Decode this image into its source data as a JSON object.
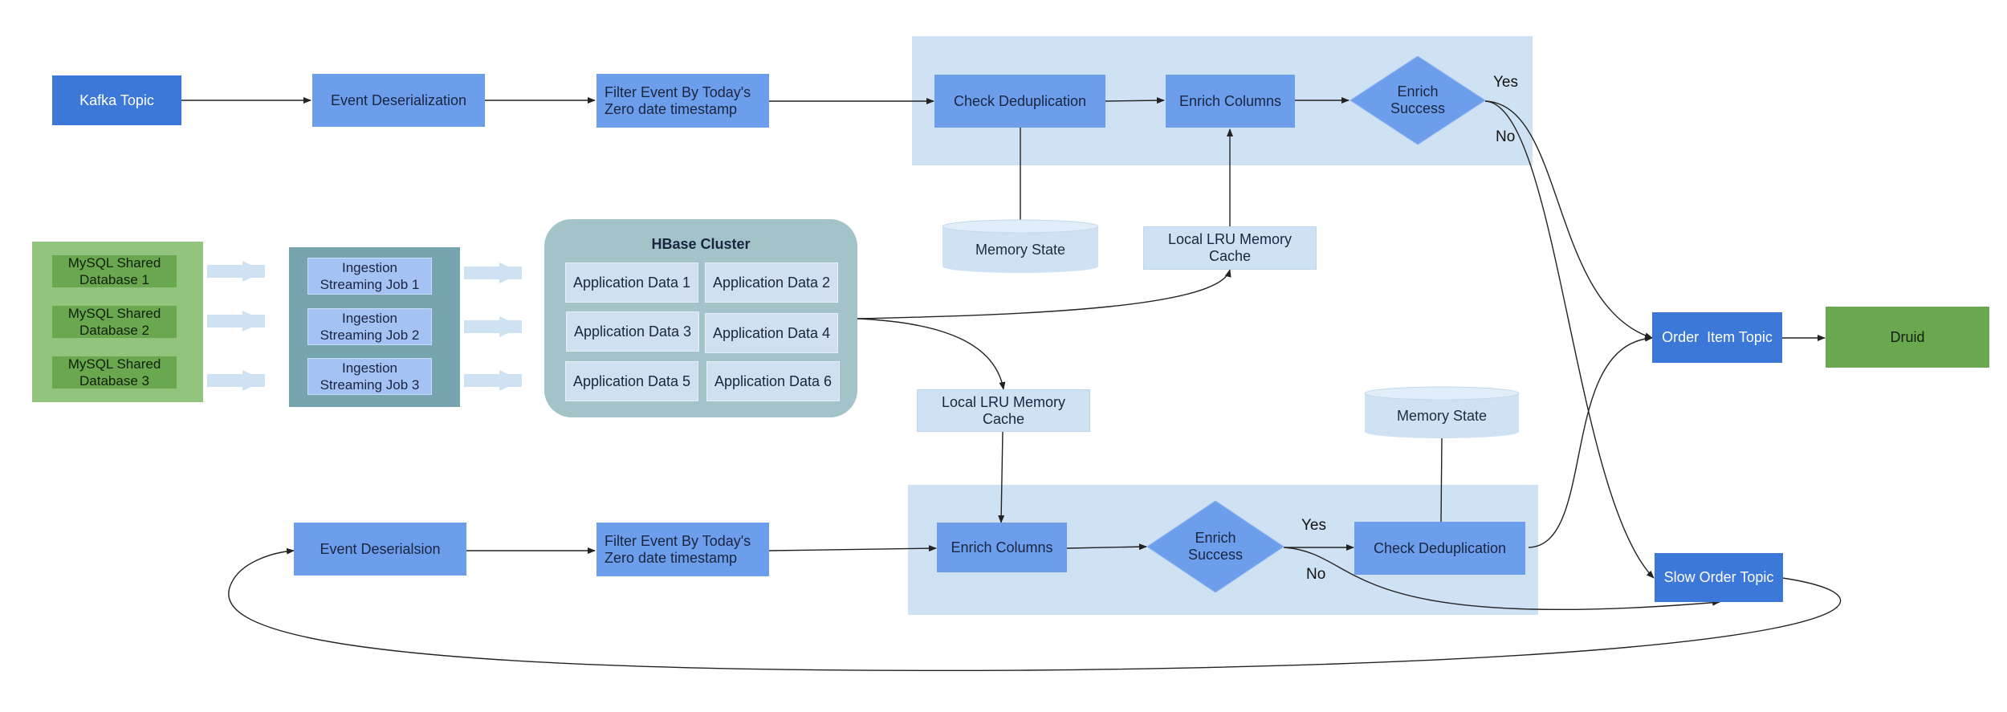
{
  "top": {
    "kafka_topic": "Kafka Topic",
    "event_deserialization": "Event Deserialization",
    "filter_line1": "Filter Event By Today's",
    "filter_line2": "Zero date timestamp",
    "check_dedup": "Check Deduplication",
    "enrich_columns": "Enrich Columns",
    "enrich_success_line1": "Enrich",
    "enrich_success_line2": "Success",
    "yes": "Yes",
    "no": "No",
    "memory_state": "Memory State",
    "lru_line1": "Local LRU Memory",
    "lru_line2": "Cache"
  },
  "sources": {
    "mysql_line1": "MySQL Shared",
    "db1": "Database 1",
    "db2": "Database 2",
    "db3": "Database 3"
  },
  "jobs": {
    "line1": "Ingestion",
    "job1": "Streaming Job 1",
    "job2": "Streaming Job 2",
    "job3": "Streaming Job 3"
  },
  "hbase": {
    "title": "HBase Cluster",
    "app1": "Application Data 1",
    "app2": "Application Data 2",
    "app3": "Application Data 3",
    "app4": "Application Data 4",
    "app5": "Application Data 5",
    "app6": "Application Data 6"
  },
  "bottom": {
    "event_deserialsion": "Event Deserialsion",
    "filter_line1": "Filter Event By Today's",
    "filter_line2": "Zero date timestamp",
    "lru_line1": "Local LRU Memory",
    "lru_line2": "Cache",
    "memory_state": "Memory State",
    "enrich_columns": "Enrich Columns",
    "enrich_success_line1": "Enrich",
    "enrich_success_line2": "Success",
    "yes": "Yes",
    "no": "No",
    "check_dedup": "Check Deduplication"
  },
  "sinks": {
    "order_item_topic": "Order  Item Topic",
    "slow_order_topic": "Slow Order Topic",
    "druid": "Druid"
  },
  "colors": {
    "blue_dark": "#3c78d8",
    "blue_mid": "#6d9eeb",
    "pale_blue": "#cfe2f3",
    "green": "#6aa84f",
    "hbase_teal": "#a2c4c9"
  }
}
